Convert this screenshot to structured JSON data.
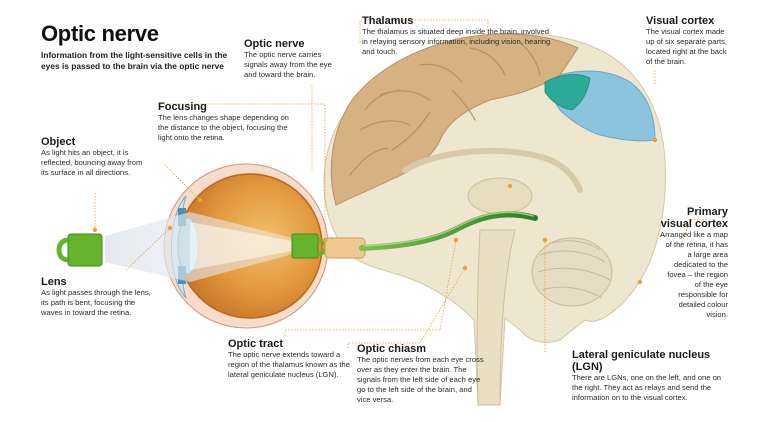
{
  "title": "Optic nerve",
  "subtitle": "Information from the light-sensitive cells in the eyes is passed to the brain via the optic nerve",
  "labels": {
    "object": {
      "heading": "Object",
      "text": "As light hits an object, it is reflected, bouncing away from its surface in all directions."
    },
    "lens": {
      "heading": "Lens",
      "text": "As light passes through the lens, its path is bent, focusing the waves in toward the retina."
    },
    "focusing": {
      "heading": "Focusing",
      "text": "The lens changes shape depending on the distance to the object, focusing the light onto the retina."
    },
    "optic_nerve": {
      "heading": "Optic nerve",
      "text": "The optic nerve carries signals away from the eye and toward the brain."
    },
    "thalamus": {
      "heading": "Thalamus",
      "text": "The thalamus is situated deep inside the brain, involved in relaying sensory information, including vision, hearing and touch."
    },
    "visual_cortex": {
      "heading": "Visual cortex",
      "text": "The visual cortex made up of six separate parts, located right at the back of the brain."
    },
    "primary_visual_cortex": {
      "heading": "Primary visual cortex",
      "text": "Arranged like a map of the retina, it has a large area dedicated to the fovea – the region of the eye responsible for detailed colour vision."
    },
    "optic_tract": {
      "heading": "Optic tract",
      "text": "The optic nerve extends toward a region of the thalamus known as the lateral geniculate nucleus (LGN)."
    },
    "optic_chiasm": {
      "heading": "Optic chiasm",
      "text": "The optic nerves from each eye cross over as they enter the brain. The signals from the left side of each eye go to the left side of the brain, and vice versa."
    },
    "lgn": {
      "heading": "Lateral geniculate nucleus (LGN)",
      "text": "There are LGNs, one on the left, and one on the right. They act as relays and send the information on to the visual cortex."
    }
  },
  "colors": {
    "leader_line": "#e8a03a",
    "cortex_tan": "#d6b283",
    "brain_cream": "#efe6cf",
    "visual_cortex_blue": "#8cc3dd",
    "primary_cortex_teal": "#2bab97",
    "optic_nerve_green": "#2f8f2f",
    "eye_orange": "#e4a24a",
    "mug_green": "#66b32e"
  }
}
